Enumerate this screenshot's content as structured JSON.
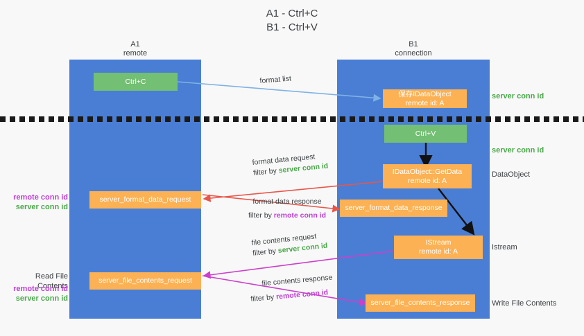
{
  "title": {
    "line1": "A1 - Ctrl+C",
    "line2": "B1 - Ctrl+V"
  },
  "columns": {
    "left": {
      "name": "A1",
      "sub": "remote"
    },
    "right": {
      "name": "B1",
      "sub": "connection"
    }
  },
  "boxes": {
    "ctrl_c": {
      "line1": "Ctrl+C",
      "line2": ""
    },
    "save_idataobject": {
      "line1": "保存IDataObject",
      "line2": "remote id: A"
    },
    "ctrl_v": {
      "line1": "Ctrl+V",
      "line2": ""
    },
    "getdata": {
      "line1": "IDataObject::GetData",
      "line2": "remote id: A"
    },
    "format_data_request": {
      "line1": "server_format_data_request",
      "line2": ""
    },
    "format_data_response": {
      "line1": "server_format_data_response",
      "line2": ""
    },
    "istream": {
      "line1": "IStream",
      "line2": "remote id: A"
    },
    "file_contents_request": {
      "line1": "server_file_contents_request",
      "line2": ""
    },
    "file_contents_response": {
      "line1": "server_file_contents_response",
      "line2": ""
    }
  },
  "side_labels": {
    "server_conn_id_1": "server conn id",
    "server_conn_id_2": "server conn id",
    "dataobject": "DataObject",
    "istream": "Istream",
    "write_file_contents": "Write File Contents",
    "read_file_contents": "Read File Contents",
    "left_remote_conn_id_1": "remote conn id",
    "left_server_conn_id_1": "server conn id",
    "left_remote_conn_id_2": "remote conn id",
    "left_server_conn_id_2": "server conn id"
  },
  "annotations": {
    "format_list": "format list",
    "format_data_request": {
      "text": "format data request",
      "filter_prefix": "filter by ",
      "filter_key": "server conn id"
    },
    "format_data_response": {
      "text": "format data response",
      "filter_prefix": "filter by ",
      "filter_key": "remote conn id"
    },
    "file_contents_request": {
      "text": "file contents request",
      "filter_prefix": "filter by ",
      "filter_key": "server conn id"
    },
    "file_contents_response": {
      "text": "file contents response",
      "filter_prefix": "filter by ",
      "filter_key": "remote conn id"
    }
  },
  "colors": {
    "lane_blue": "#4a7ed4",
    "green_box": "#73bf73",
    "orange_box": "#fbb154",
    "arrow_lightblue": "#7fb2e5",
    "arrow_red": "#e8564a",
    "arrow_magenta": "#cc3fcc",
    "arrow_black": "#000000",
    "text_green": "#4aa84a",
    "text_purple": "#c13fd6",
    "background": "#f8f8f8"
  }
}
